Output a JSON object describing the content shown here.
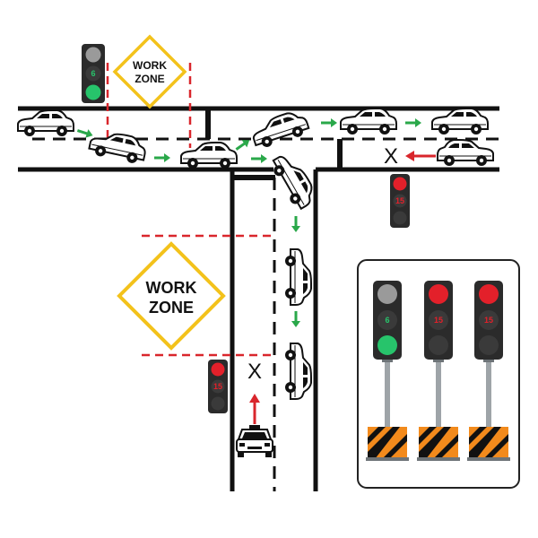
{
  "colors": {
    "road": "#111111",
    "lane_dash": "#111111",
    "work_zone_line": "#d9262c",
    "sign_border": "#f3c21b",
    "go_arrow": "#2aa84a",
    "stop_arrow": "#d9262c",
    "signal_housing": "#2b2b2b",
    "red_on": "#e3202a",
    "green_on": "#27c46b",
    "barrier_orange": "#f28a1c",
    "panel_border": "#222222"
  },
  "signs": {
    "top": {
      "line1": "WORK",
      "line2": "ZONE"
    },
    "left": {
      "line1": "WORK",
      "line2": "ZONE"
    }
  },
  "signals": {
    "top_counter": "6",
    "right_counter": "15",
    "bottom_counter": "15",
    "panel_green_counter": "6",
    "panel_red1_counter": "15",
    "panel_red2_counter": "15"
  },
  "stop_marks": {
    "right": "X",
    "bottom": "X"
  },
  "icons": {
    "car": "car-icon",
    "taxi": "taxi-icon",
    "traffic_light": "traffic-light-icon",
    "barrier": "barrier-icon"
  }
}
